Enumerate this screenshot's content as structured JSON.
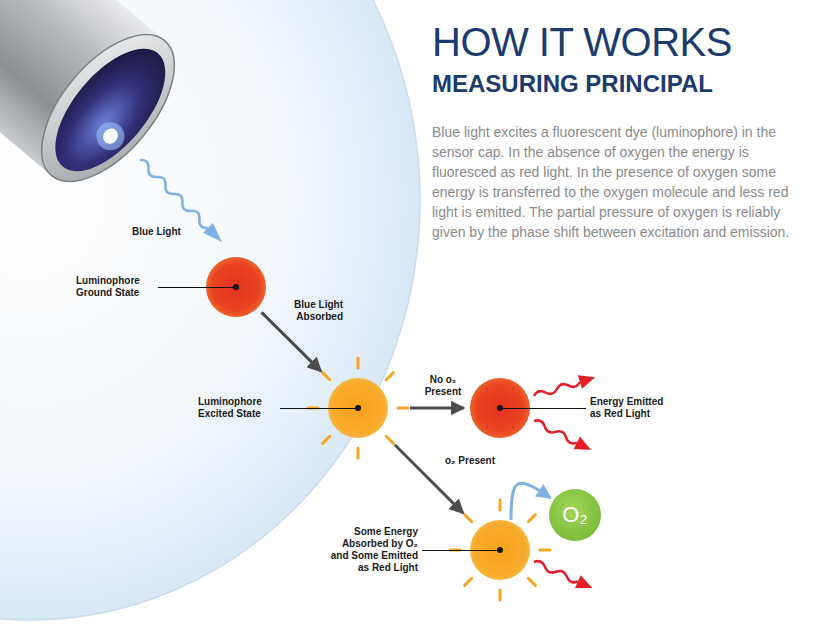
{
  "diagram": {
    "title": "HOW IT WORKS",
    "nodes": [
      {
        "text": [
          "Luminophore Ground State"
        ]
      },
      {
        "text": [
          "Luminophore Excited State"
        ]
      },
      {
        "text": [
          "Energy Emitted as Red Light"
        ]
      },
      {
        "text": [
          "Some Energy Absorbed by O₂ and Some Emitted as Red Light"
        ]
      },
      {
        "text": [
          "O₂"
        ]
      }
    ],
    "edges": [
      {
        "from": 0,
        "to": 1,
        "arrow": "to",
        "label": "Blue Light Absorbed"
      },
      {
        "from": 1,
        "to": 2,
        "arrow": "to",
        "label": "No o₂ Present"
      },
      {
        "from": 1,
        "to": 3,
        "arrow": "to",
        "label": "o₂ Present"
      },
      {
        "from": 3,
        "to": 4,
        "arrow": "to"
      }
    ],
    "labels": [
      "MEASURING PRINCIPAL",
      "Blue light excites a fluorescent dye (luminophore) in the sensor cap. In the absence of oxygen the energy is fluoresced as red light. In the presence of oxygen some energy is transferred to the oxygen molecule and less red light is emitted. The partial pressure of oxygen is reliably given by the phase shift between excitation and emission.",
      "Blue Light"
    ]
  }
}
